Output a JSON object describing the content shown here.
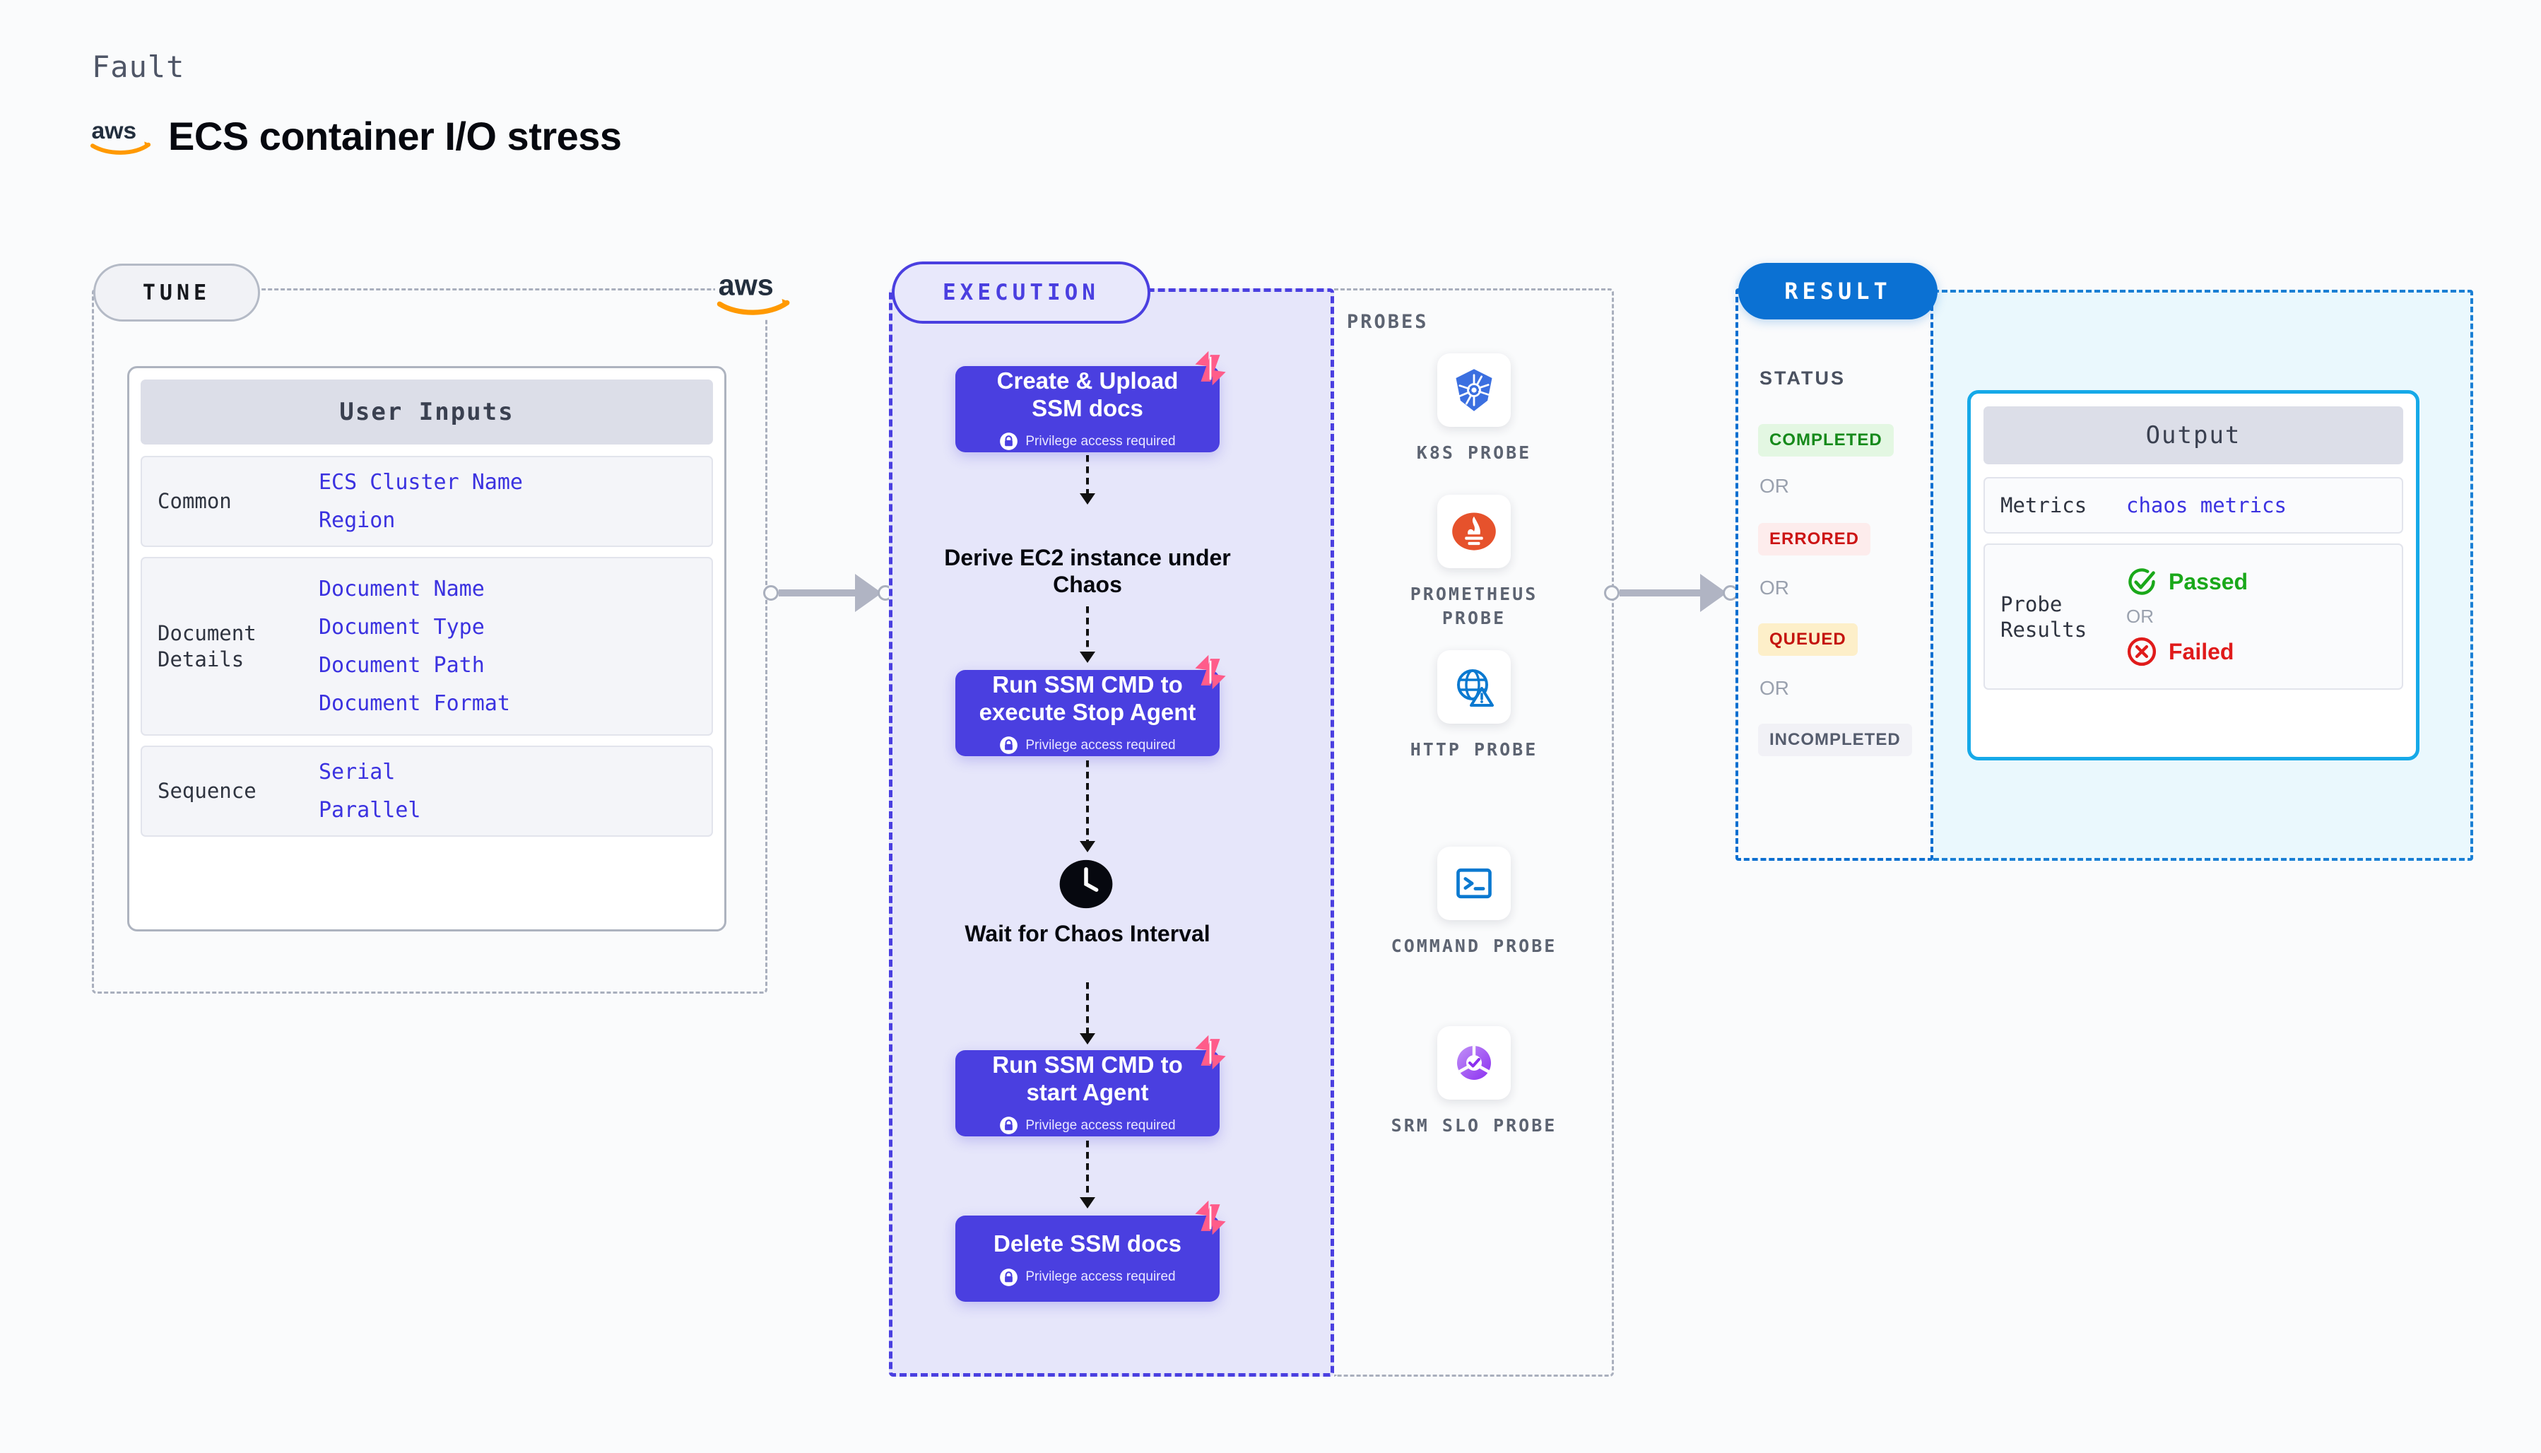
{
  "header": {
    "eyebrow": "Fault",
    "title": "ECS container I/O stress",
    "logo_icon": "aws-logo-icon"
  },
  "tune": {
    "pill_label": "TUNE",
    "logo_icon": "aws-logo-icon",
    "card_title": "User Inputs",
    "groups": [
      {
        "label": "Common",
        "values": [
          "ECS Cluster Name",
          "Region"
        ]
      },
      {
        "label": "Document\nDetails",
        "values": [
          "Document Name",
          "Document Type",
          "Document Path",
          "Document Format"
        ]
      },
      {
        "label": "Sequence",
        "values": [
          "Serial",
          "Parallel"
        ]
      }
    ]
  },
  "execution": {
    "pill_label": "EXECUTION",
    "privilege_note": "Privilege access required",
    "steps": [
      {
        "kind": "box",
        "title": "Create & Upload SSM docs",
        "privileged": true,
        "icon": "harness-fault-icon"
      },
      {
        "kind": "plain",
        "title": "Derive EC2 instance under Chaos",
        "privileged": false,
        "icon": ""
      },
      {
        "kind": "box",
        "title": "Run SSM CMD to execute Stop Agent",
        "privileged": true,
        "icon": "harness-fault-icon"
      },
      {
        "kind": "plain",
        "title": "Wait for Chaos Interval",
        "privileged": false,
        "icon": "clock-icon"
      },
      {
        "kind": "box",
        "title": "Run SSM CMD to start Agent",
        "privileged": true,
        "icon": "harness-fault-icon"
      },
      {
        "kind": "box",
        "title": "Delete SSM docs",
        "privileged": true,
        "icon": "harness-fault-icon"
      }
    ]
  },
  "probes": {
    "title": "PROBES",
    "items": [
      {
        "label": "K8S PROBE",
        "icon": "kubernetes-icon"
      },
      {
        "label": "PROMETHEUS PROBE",
        "icon": "prometheus-icon"
      },
      {
        "label": "HTTP PROBE",
        "icon": "http-globe-icon"
      },
      {
        "label": "COMMAND PROBE",
        "icon": "terminal-icon"
      },
      {
        "label": "SRM SLO PROBE",
        "icon": "srm-slo-icon"
      }
    ]
  },
  "result": {
    "pill_label": "RESULT",
    "status_title": "STATUS",
    "or_label": "OR",
    "statuses": [
      {
        "label": "COMPLETED",
        "color": "#168a1b",
        "bg": "#e3f7e2"
      },
      {
        "label": "ERRORED",
        "color": "#cc1414",
        "bg": "#fdecec"
      },
      {
        "label": "QUEUED",
        "color": "#c4140f",
        "bg": "#fdefc9"
      },
      {
        "label": "INCOMPLETED",
        "color": "#555c6d",
        "bg": "#f1f1f6"
      }
    ],
    "output": {
      "card_title": "Output",
      "metrics_label": "Metrics",
      "metrics_value": "chaos metrics",
      "probe_results_label": "Probe Results",
      "passed_label": "Passed",
      "failed_label": "Failed",
      "or_label": "OR",
      "passed_icon": "check-circle-icon",
      "failed_icon": "x-circle-icon"
    }
  },
  "colors": {
    "accent_purple": "#4a3fe0",
    "accent_blue": "#0b71d3",
    "output_blue": "#16a9e8",
    "aws_orange": "#ff9900",
    "harness_pink": "#ff5c8a",
    "pass_green": "#1aa81a",
    "fail_red": "#e01b1b"
  }
}
